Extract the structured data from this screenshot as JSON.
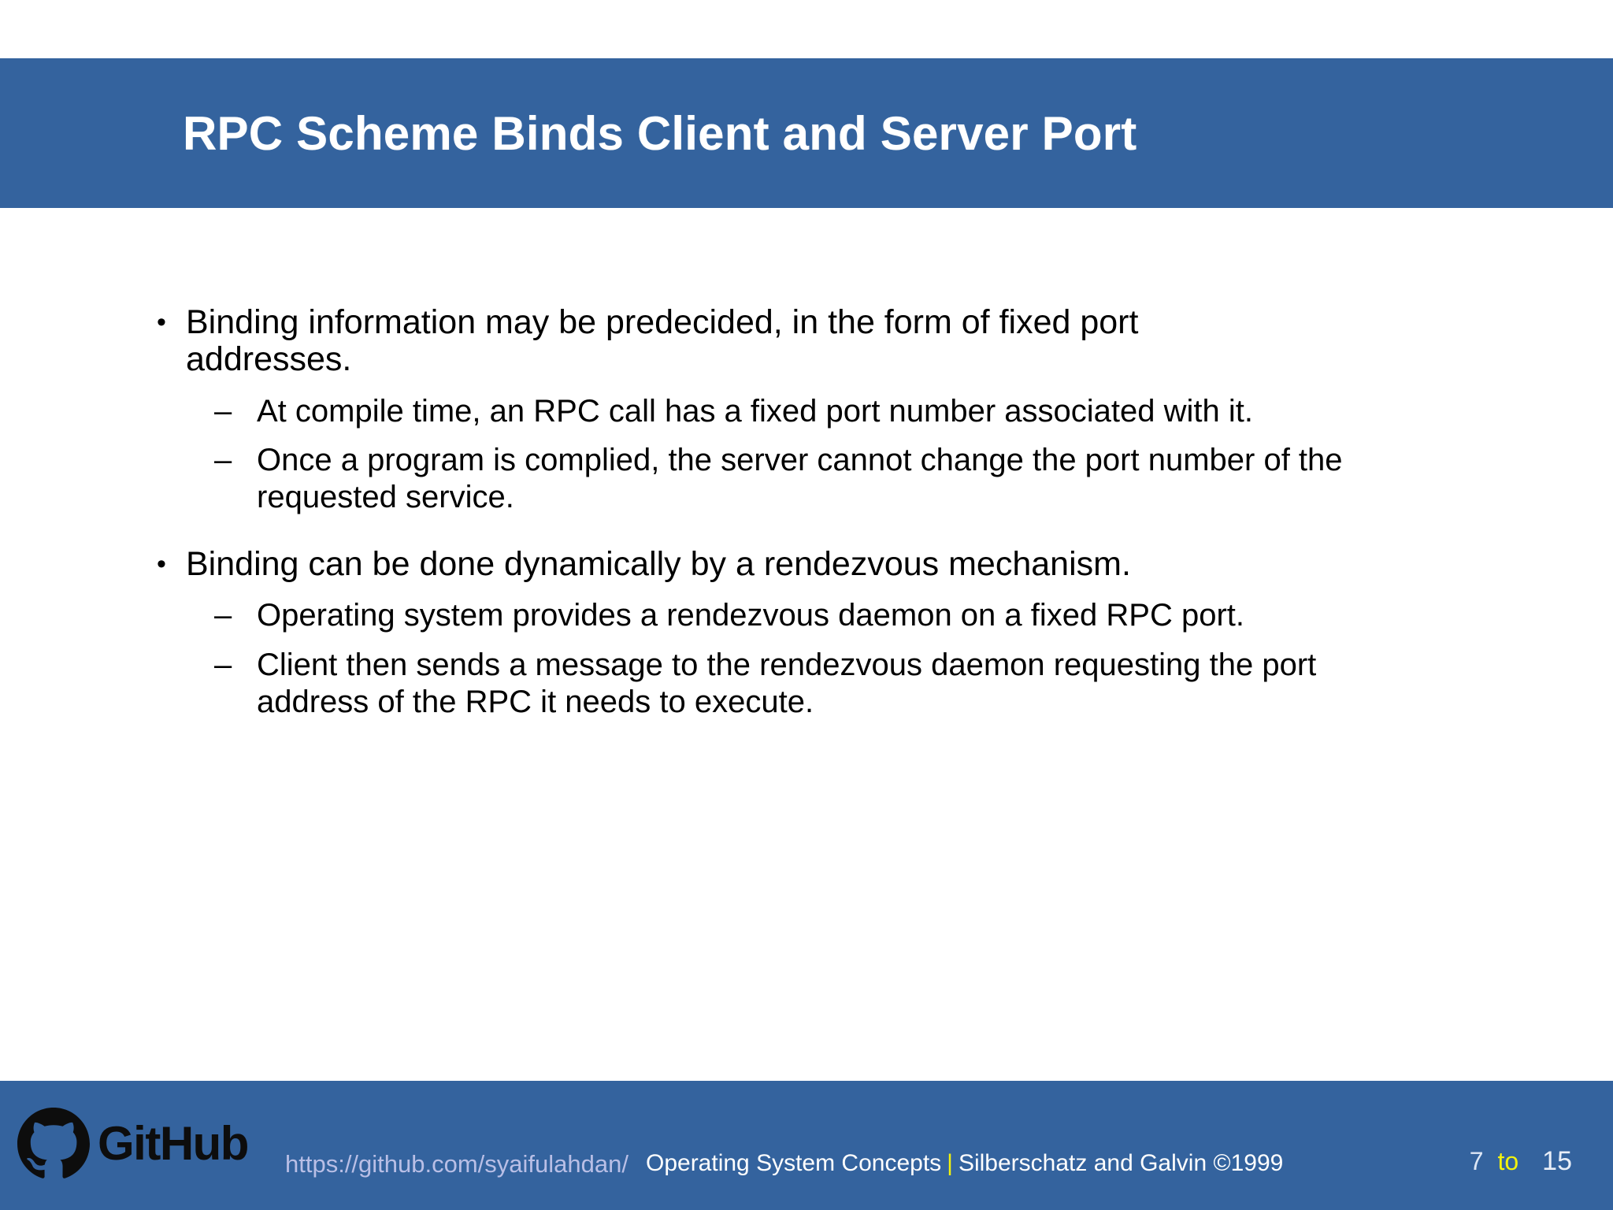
{
  "slide": {
    "title": "RPC Scheme Binds Client and Server Port",
    "accent_color": "#34639E",
    "title_color": "#FFFFFF",
    "body_color": "#000000",
    "background": "#FFFFFF"
  },
  "content": {
    "bullet_marker": "•",
    "sub_marker": "–",
    "items": [
      {
        "level": 1,
        "text": "Binding information may be predecided, in the form of fixed port addresses."
      },
      {
        "level": 2,
        "text": "At compile time, an RPC call has a fixed port number associated with it."
      },
      {
        "level": 2,
        "text": "Once a program is complied, the server cannot change the port number of the requested service."
      },
      {
        "level": 1,
        "text": "Binding can be done dynamically by a rendezvous mechanism."
      },
      {
        "level": 2,
        "text": "Operating system provides a rendezvous daemon on a fixed RPC port."
      },
      {
        "level": 2,
        "text": "Client then sends a message to the rendezvous daemon requesting the port address of the RPC it needs to execute."
      }
    ]
  },
  "footer": {
    "logo_wordmark": "GitHub",
    "logo_icon": "github-octocat-icon",
    "url": "https://github.com/syaifulahdan/",
    "citation_prefix": "Operating System Concepts",
    "separator": "|",
    "citation_suffix": "Silberschatz and Galvin ©1999",
    "page_current": "7",
    "page_connector": "to",
    "page_total": "15",
    "url_color": "#B9BFE6",
    "citation_color": "#FFFFFF",
    "highlight_color": "#F2F20D"
  }
}
